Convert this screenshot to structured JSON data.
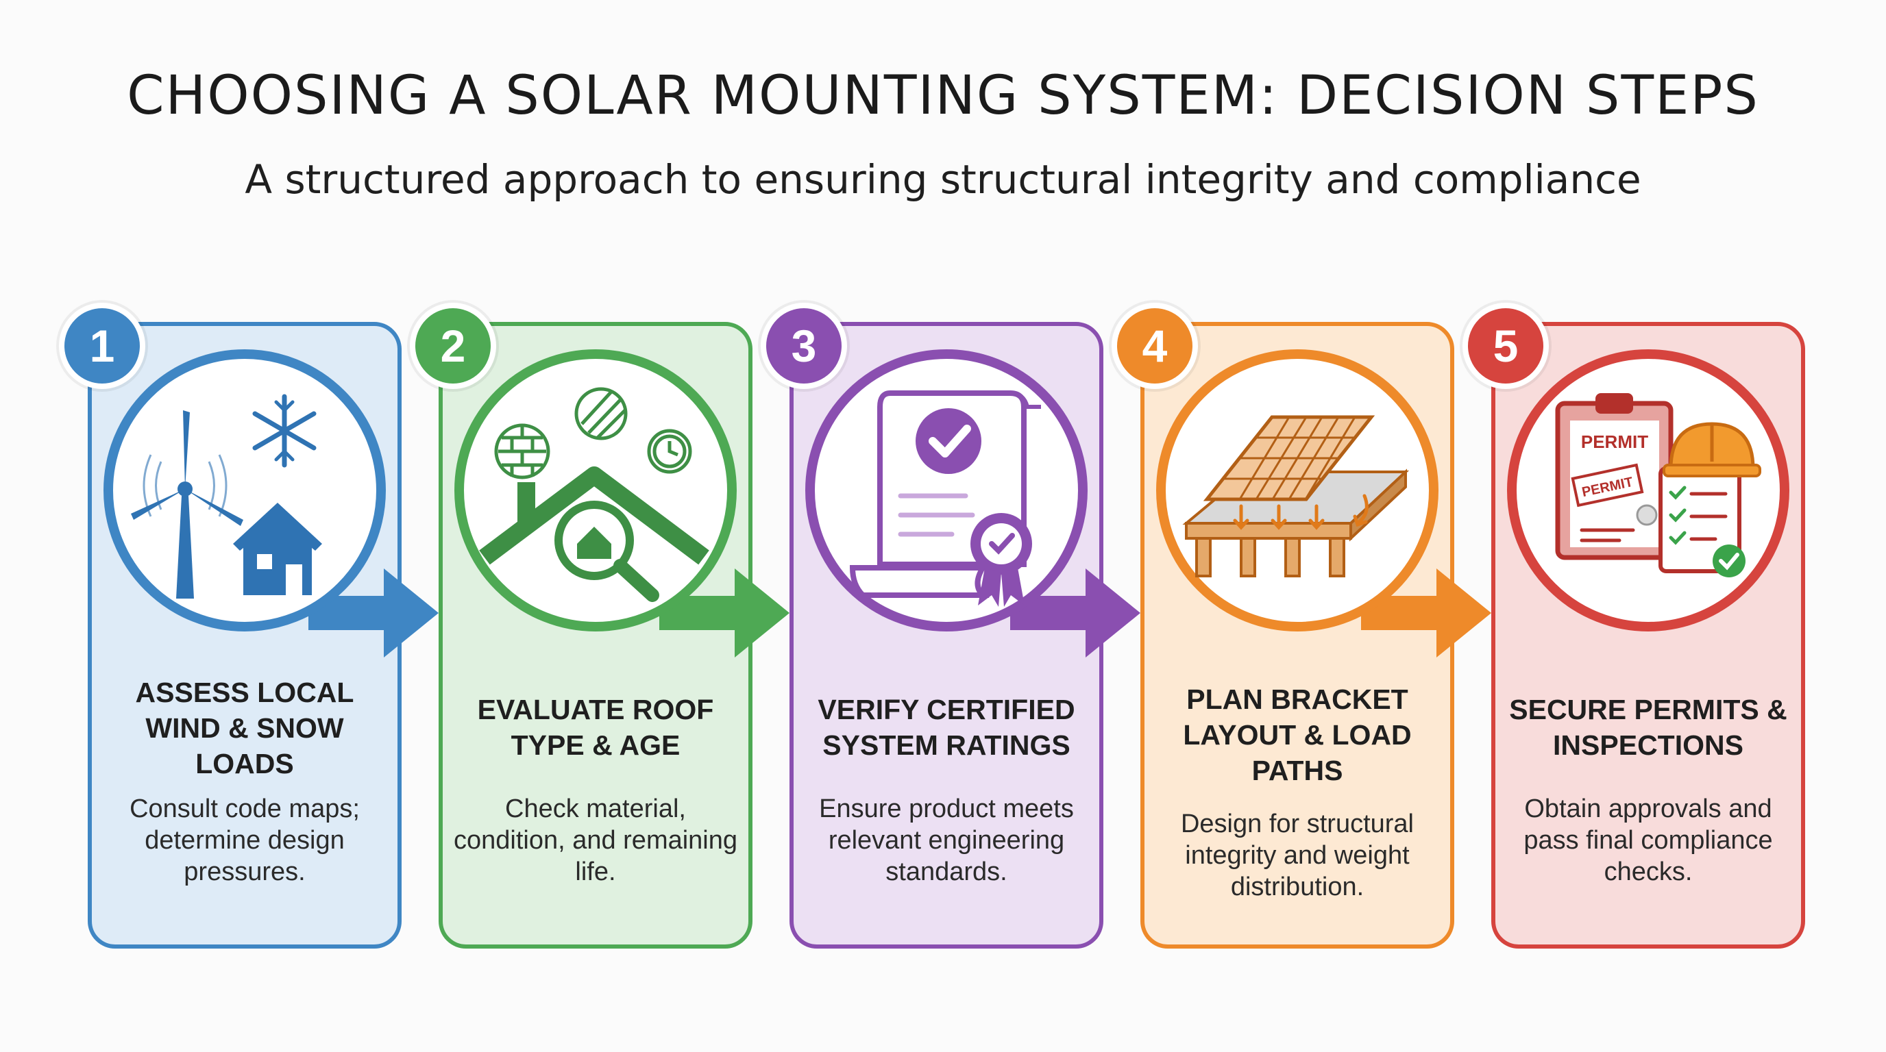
{
  "header": {
    "title": "CHOOSING A SOLAR MOUNTING SYSTEM: DECISION STEPS",
    "subtitle": "A structured approach to ensuring structural integrity and compliance"
  },
  "steps": [
    {
      "number": "1",
      "title": "ASSESS LOCAL WIND & SNOW LOADS",
      "description": "Consult code maps; determine design pressures.",
      "color": "#3f86c4",
      "fill": "#deebf7",
      "icon": "wind-turbine-snowflake-house-icon"
    },
    {
      "number": "2",
      "title": "EVALUATE ROOF TYPE & AGE",
      "description": "Check material, condition, and remaining life.",
      "color": "#4ea954",
      "fill": "#e0f1e0",
      "icon": "roof-inspection-icon"
    },
    {
      "number": "3",
      "title": "VERIFY CERTIFIED SYSTEM RATINGS",
      "description": "Ensure product meets relevant engineering standards.",
      "color": "#8a4fb0",
      "fill": "#ece0f3",
      "icon": "certificate-icon"
    },
    {
      "number": "4",
      "title": "PLAN BRACKET LAYOUT & LOAD PATHS",
      "description": "Design for structural integrity and weight distribution.",
      "color": "#ee8a2a",
      "fill": "#fde9d3",
      "icon": "solar-panel-rafters-icon"
    },
    {
      "number": "5",
      "title": "SECURE PERMITS & INSPECTIONS",
      "description": "Obtain approvals and pass final compliance checks.",
      "color": "#d6443e",
      "fill": "#f8dcdb",
      "icon": "permit-checklist-hardhat-icon"
    }
  ],
  "icons": {
    "permit_label_1": "PERMIT",
    "permit_label_2": "PERMIT"
  }
}
